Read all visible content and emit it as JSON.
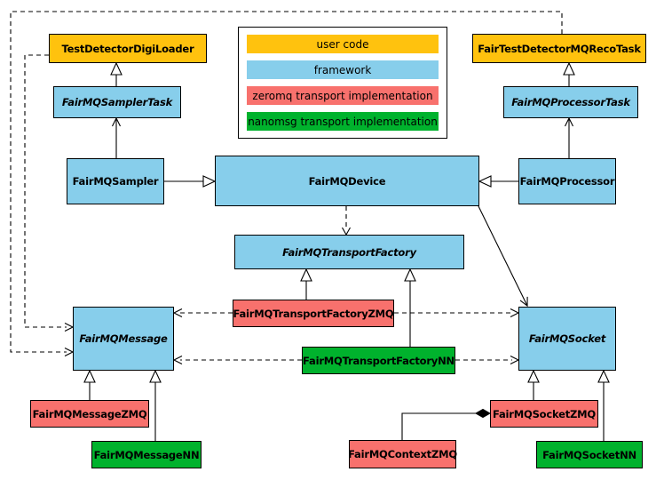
{
  "diagram": {
    "type": "uml-class-diagram",
    "colors": {
      "user_code": "#FFC20E",
      "framework": "#87CEEB",
      "zeromq": "#F8716D",
      "nanomsg": "#00B22D",
      "background": "#FFFFFF",
      "line": "#000000"
    },
    "legend": {
      "items": [
        {
          "label": "user code",
          "category": "user_code"
        },
        {
          "label": "framework",
          "category": "framework"
        },
        {
          "label": "zeromq transport implementation",
          "category": "zeromq"
        },
        {
          "label": "nanomsg transport implementation",
          "category": "nanomsg"
        }
      ]
    },
    "nodes": [
      {
        "label": "TestDetectorDigiLoader",
        "category": "user_code",
        "abstract": false
      },
      {
        "label": "FairTestDetectorMQRecoTask",
        "category": "user_code",
        "abstract": false
      },
      {
        "label": "FairMQSamplerTask",
        "category": "framework",
        "abstract": true
      },
      {
        "label": "FairMQProcessorTask",
        "category": "framework",
        "abstract": true
      },
      {
        "label": "FairMQSampler",
        "category": "framework",
        "abstract": false
      },
      {
        "label": "FairMQDevice",
        "category": "framework",
        "abstract": false
      },
      {
        "label": "FairMQProcessor",
        "category": "framework",
        "abstract": false
      },
      {
        "label": "FairMQTransportFactory",
        "category": "framework",
        "abstract": true
      },
      {
        "label": "FairMQTransportFactoryZMQ",
        "category": "zeromq",
        "abstract": false
      },
      {
        "label": "FairMQTransportFactoryNN",
        "category": "nanomsg",
        "abstract": false
      },
      {
        "label": "FairMQMessage",
        "category": "framework",
        "abstract": true
      },
      {
        "label": "FairMQSocket",
        "category": "framework",
        "abstract": true
      },
      {
        "label": "FairMQMessageZMQ",
        "category": "zeromq",
        "abstract": false
      },
      {
        "label": "FairMQMessageNN",
        "category": "nanomsg",
        "abstract": false
      },
      {
        "label": "FairMQContextZMQ",
        "category": "zeromq",
        "abstract": false
      },
      {
        "label": "FairMQSocketZMQ",
        "category": "zeromq",
        "abstract": false
      },
      {
        "label": "FairMQSocketNN",
        "category": "nanomsg",
        "abstract": false
      }
    ]
  }
}
